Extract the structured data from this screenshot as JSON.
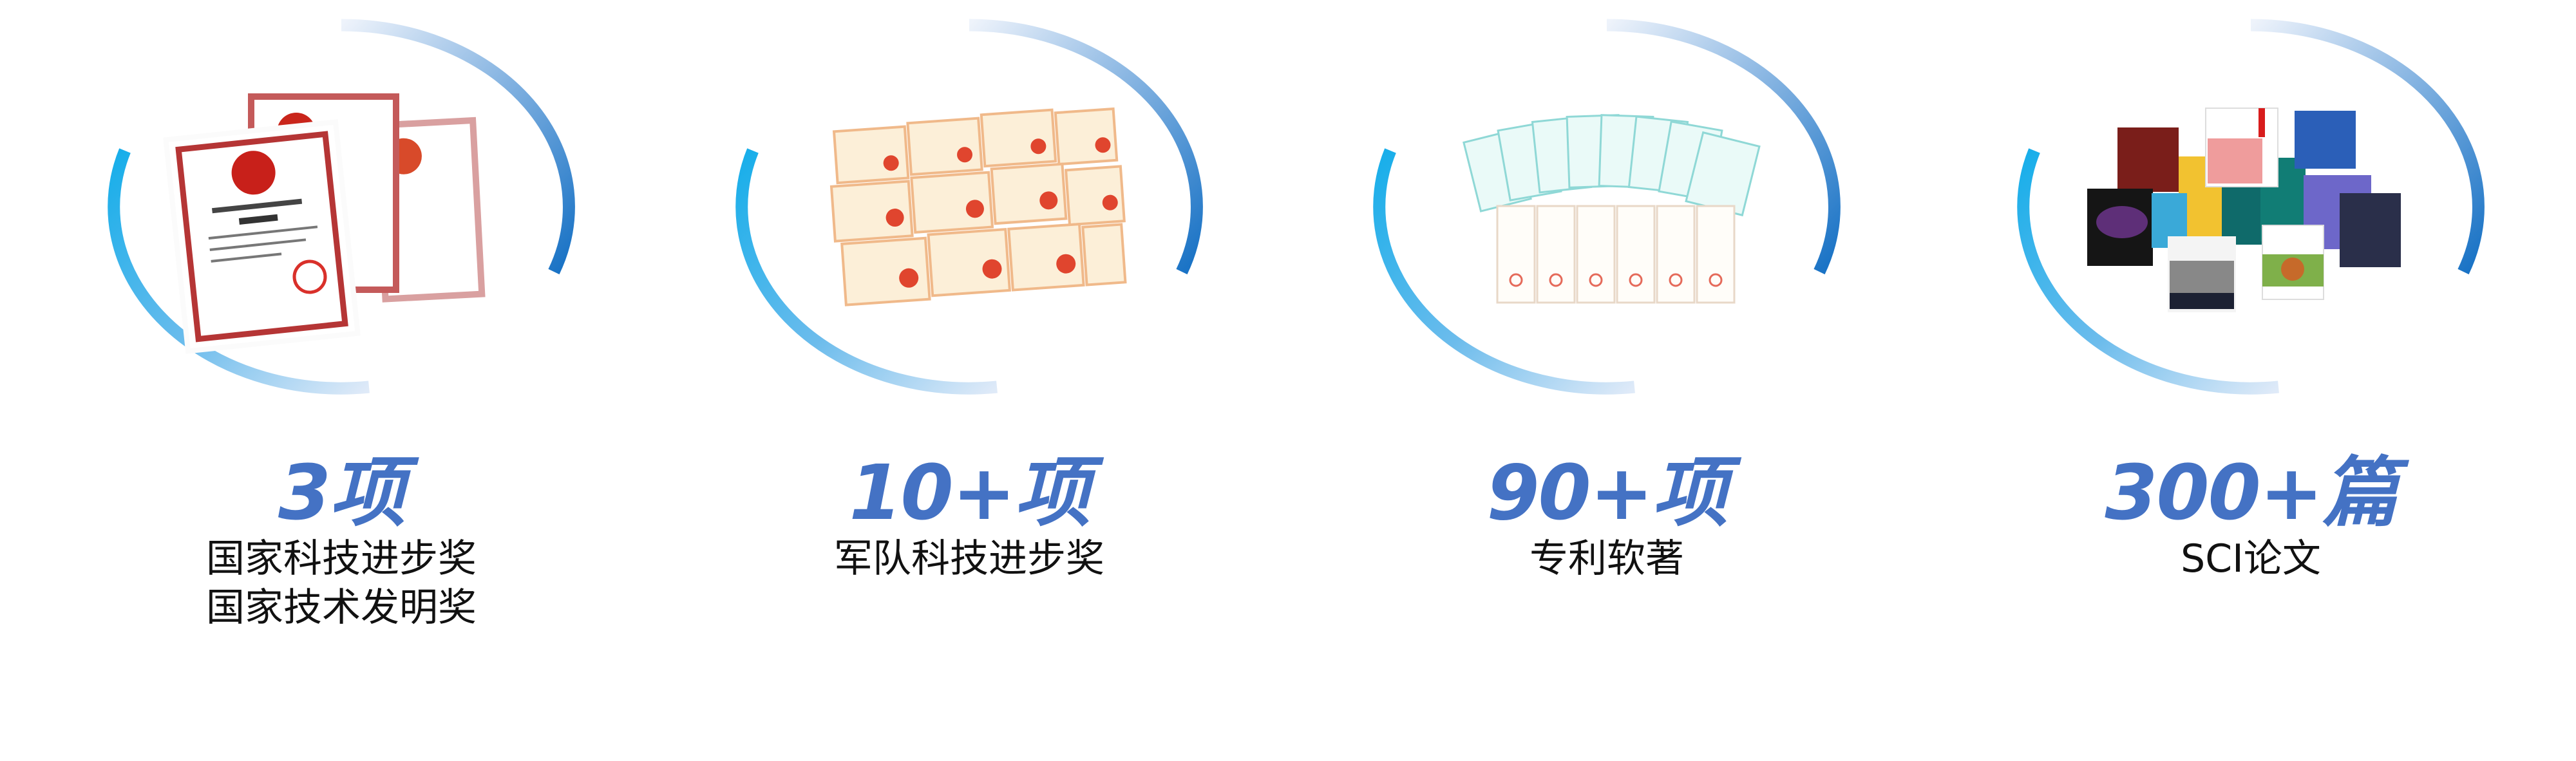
{
  "colors": {
    "accent": "#4472c4",
    "ring_dark": "#1570c4",
    "ring_cyan": "#16aeea",
    "ring_light": "#dfeaf8"
  },
  "stats": [
    {
      "value": "3项",
      "labels": [
        "国家科技进步奖",
        "国家技术发明奖"
      ],
      "image": "national-award-certificates"
    },
    {
      "value": "10+项",
      "labels": [
        "军队科技进步奖"
      ],
      "image": "military-award-certificates"
    },
    {
      "value": "90+项",
      "labels": [
        "专利软著"
      ],
      "image": "patent-certificates"
    },
    {
      "value": "300+篇",
      "labels": [
        "SCI论文"
      ],
      "image": "journal-covers"
    }
  ]
}
